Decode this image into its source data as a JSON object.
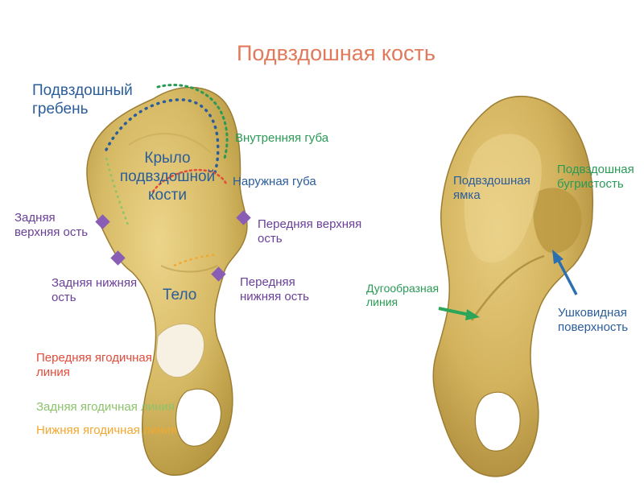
{
  "title": "Подвздошная кость",
  "left_view": {
    "iliac_crest": [
      "Подвздошный",
      "гребень"
    ],
    "inner_lip": "Внутренняя губа",
    "outer_lip": "Наружная губа",
    "wing": [
      "Крыло",
      "подвздошной",
      "кости"
    ],
    "posterior_superior_spine": [
      "Задняя",
      "верхняя ость"
    ],
    "anterior_superior_spine": [
      "Передняя верхняя",
      "ость"
    ],
    "posterior_inferior_spine": [
      "Задняя нижняя",
      "ость"
    ],
    "anterior_inferior_spine": [
      "Передняя",
      "нижняя ость"
    ],
    "body": "Тело",
    "anterior_gluteal_line": [
      "Передняя ягодичная",
      "линия"
    ],
    "posterior_gluteal_line": "Задняя ягодичная линия",
    "inferior_gluteal_line": "Нижняя ягодичная линия"
  },
  "right_view": {
    "iliac_fossa": [
      "Подвздошная",
      "ямка"
    ],
    "iliac_tuberosity": [
      "Подвздошная",
      "бугристость"
    ],
    "arcuate_line": [
      "Дугообразная",
      "линия"
    ],
    "auricular_surface": [
      "Ушковидная",
      "поверхность"
    ]
  },
  "colors": {
    "title": "#e07a5a",
    "bone": "#d8bc6a",
    "bone_dark": "#a88a3a",
    "label_blue": "#2b5d9a",
    "label_green": "#2a9a55",
    "label_purple": "#6a3f98",
    "marker_purple": "#8a5db5",
    "anterior_gluteal": "#e24b3a",
    "posterior_gluteal": "#8cc36b",
    "inferior_gluteal": "#f0a830",
    "arrow_green": "#2aa55a",
    "arrow_blue": "#2b6fb0"
  }
}
